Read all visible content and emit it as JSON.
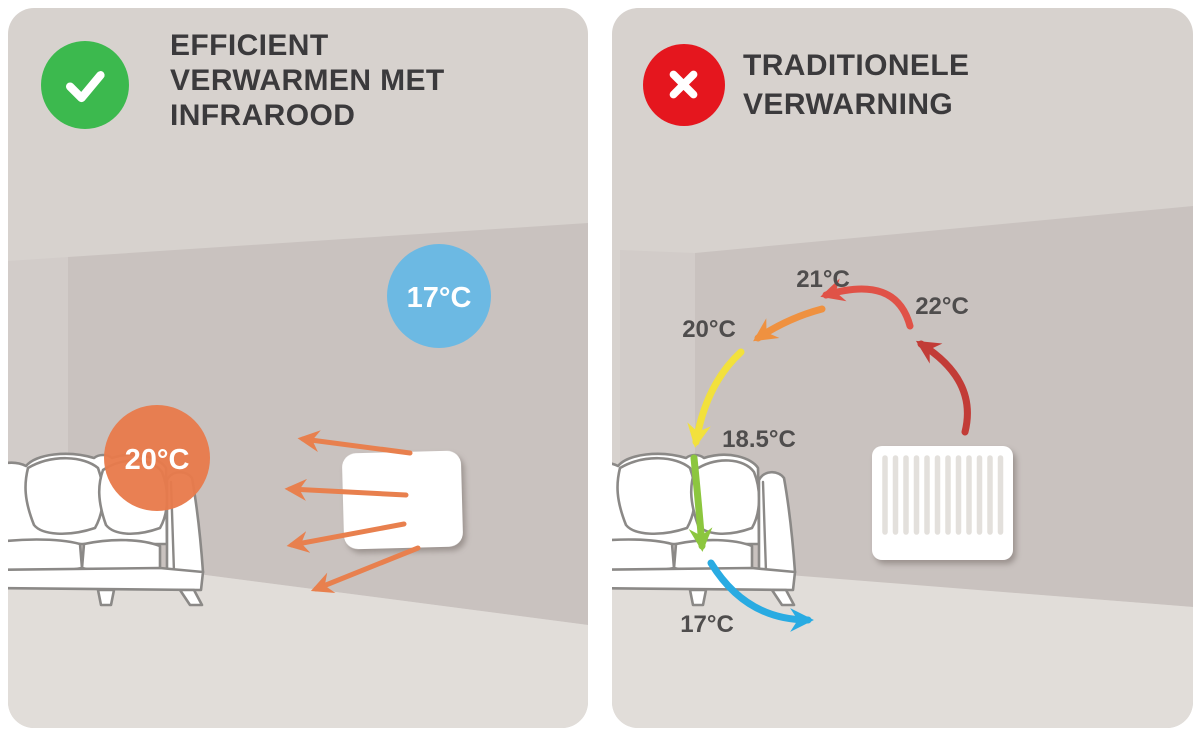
{
  "panels": {
    "infrared": {
      "title_lines": [
        "EFFICIENT",
        "VERWARMEN MET",
        "INFRAROOD"
      ],
      "status_icon": "check",
      "temps": {
        "room_air": "17°C",
        "felt_at_couch": "20°C"
      }
    },
    "traditional": {
      "title_lines": [
        "TRADITIONELE",
        "VERWARNING"
      ],
      "status_icon": "cross",
      "temps": {
        "above_radiator": "22°C",
        "ceiling": "21°C",
        "far_corner": "20°C",
        "above_couch": "18.5°C",
        "floor": "17°C"
      }
    }
  },
  "colors": {
    "card_bg": "#d7d2ce",
    "wall": "#c9c2bf",
    "side_wall": "#d2ccc9",
    "floor": "#e1ddd9",
    "line": "#8b8987",
    "slat": "#e3e0dc",
    "title_text": "#3b3a3c",
    "label_text": "#4f4d4d",
    "green": "#3cb94e",
    "red": "#e5161e",
    "blue_badge": "#6cb9e3",
    "orange_badge": "#e87b4c",
    "arrow_orange": "#e8804e",
    "arc_darkred": "#c23c37",
    "arc_red": "#e05247",
    "arc_orange": "#ef9140",
    "arc_yellow": "#f2e13c",
    "arc_green": "#8cc63e",
    "arc_blue": "#29abe2"
  }
}
